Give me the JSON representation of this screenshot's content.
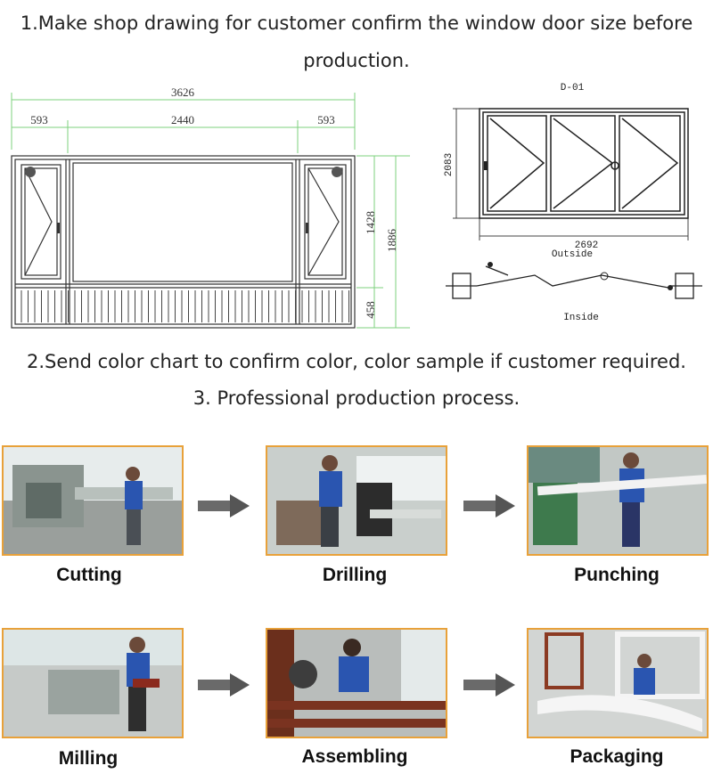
{
  "captions": {
    "step1_line1": "1.Make shop drawing for customer confirm the window door size before",
    "step1_line2": "production.",
    "step2": "2.Send color chart to confirm color, color sample if customer required.",
    "step3": "3. Professional production process."
  },
  "drawing_left": {
    "total_width": "3626",
    "left_width": "593",
    "middle_width": "2440",
    "right_width": "593",
    "window_height": "1428",
    "total_height": "1886",
    "bottom_height": "458"
  },
  "drawing_right": {
    "code": "D-01",
    "height": "2083",
    "width": "2692",
    "outside_label": "Outside",
    "inside_label": "Inside"
  },
  "process_steps": [
    {
      "label": "Cutting"
    },
    {
      "label": "Drilling"
    },
    {
      "label": "Punching"
    },
    {
      "label": "Milling"
    },
    {
      "label": "Assembling"
    },
    {
      "label": "Packaging"
    }
  ]
}
